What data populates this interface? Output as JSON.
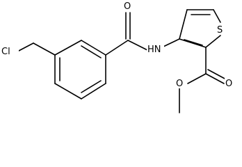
{
  "molecule": {
    "atoms": {
      "cl": "Cl",
      "o_carbonyl": "O",
      "nh": "HN",
      "s": "S",
      "o_ester_carbonyl": "O",
      "o_ester": "O"
    }
  },
  "colors": {
    "bond": "#000000",
    "text": "#000000",
    "background": "#ffffff"
  }
}
